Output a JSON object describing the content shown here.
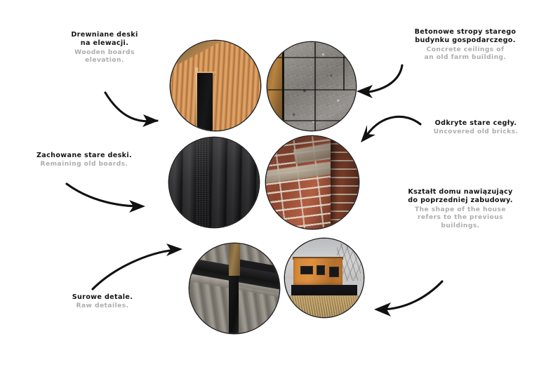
{
  "page": {
    "background": "#ffffff",
    "text_color_primary": "#141414",
    "text_color_secondary": "#adadad"
  },
  "annotations": [
    {
      "id": "wooden-boards-elevation",
      "pl_lines": [
        "Drewniane deski",
        "na elewacji."
      ],
      "en_lines": [
        "Wooden boards",
        "elevation."
      ]
    },
    {
      "id": "concrete-ceilings",
      "pl_lines": [
        "Betonowe stropy starego",
        "budynku gospodarczego."
      ],
      "en_lines": [
        "Concrete ceilings of",
        "an old farm building."
      ]
    },
    {
      "id": "uncovered-old-bricks",
      "pl_lines": [
        "Odkryte stare cegły."
      ],
      "en_lines": [
        "Uncovered old bricks."
      ]
    },
    {
      "id": "house-shape",
      "pl_lines": [
        "Kształt domu nawiązujący",
        "do poprzedniej zabudowy."
      ],
      "en_lines": [
        "The shape of the house",
        "refers to the previous",
        "buildings."
      ]
    },
    {
      "id": "remaining-old-boards",
      "pl_lines": [
        "Zachowane stare deski."
      ],
      "en_lines": [
        "Remaining old boards."
      ]
    },
    {
      "id": "raw-details",
      "pl_lines": [
        "Surowe detale."
      ],
      "en_lines": [
        "Raw detailes."
      ]
    }
  ],
  "photos": [
    {
      "id": "wooden-facade",
      "subject": "Wooden slat facade with dark doorway recess"
    },
    {
      "id": "concrete-slab",
      "subject": "Grey concrete ceiling slabs with seams"
    },
    {
      "id": "charred-boards",
      "subject": "Dark weathered vertical timber boards"
    },
    {
      "id": "brick-wall",
      "subject": "Red brick wall corner with white mortar"
    },
    {
      "id": "raw-steel-detail",
      "subject": "Black steel beam and post on grey timber deck"
    },
    {
      "id": "house-exterior",
      "subject": "Orange clad modern house with dark windows"
    }
  ],
  "arrows": [
    {
      "id": "arrow-to-wooden-facade",
      "direction": "right"
    },
    {
      "id": "arrow-to-concrete-slab",
      "direction": "left"
    },
    {
      "id": "arrow-to-brick-wall",
      "direction": "down-left"
    },
    {
      "id": "arrow-to-charred-boards",
      "direction": "right"
    },
    {
      "id": "arrow-to-raw-detail",
      "direction": "up-right"
    },
    {
      "id": "arrow-to-house-exterior",
      "direction": "left"
    }
  ]
}
